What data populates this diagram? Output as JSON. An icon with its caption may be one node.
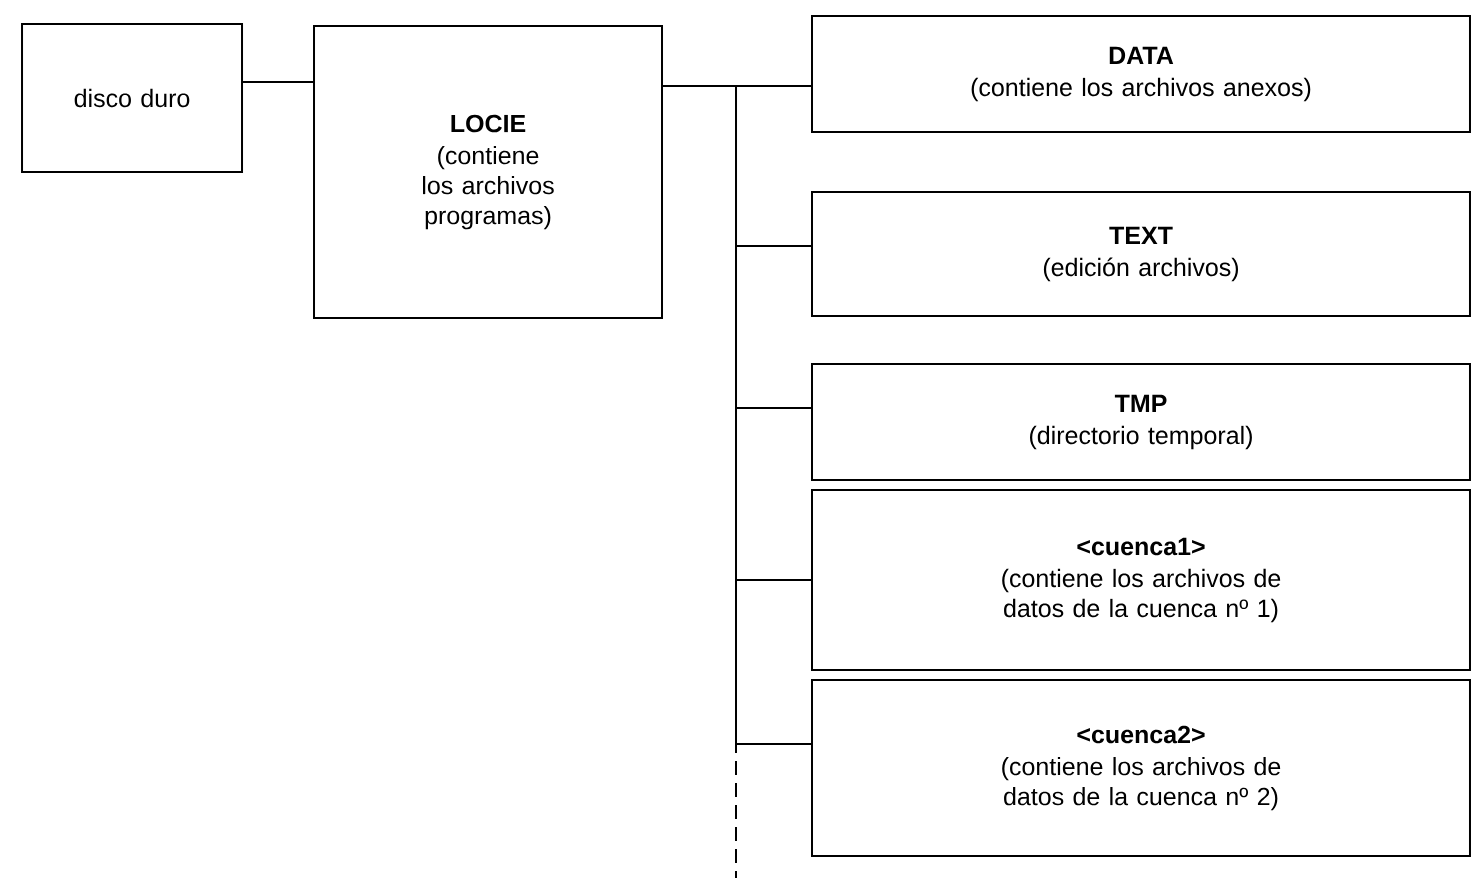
{
  "diagram": {
    "nodes": [
      {
        "text": [
          "disco duro"
        ]
      },
      {
        "text": [
          "LOCIE",
          "(contiene los archivos programas)"
        ]
      },
      {
        "text": [
          "DATA",
          "(contiene los archivos anexos)"
        ]
      },
      {
        "text": [
          "TEXT",
          "(edición archivos)"
        ]
      },
      {
        "text": [
          "TMP",
          "(directorio temporal)"
        ]
      },
      {
        "text": [
          "<cuenca1>",
          "(contiene los archivos de datos de la cuenca nº 1)"
        ]
      },
      {
        "text": [
          "<cuenca2>",
          "(contiene los archivos de datos de la cuenca nº 2)"
        ]
      }
    ],
    "edges": [
      {
        "from": 0,
        "to": 1,
        "arrow": "none"
      },
      {
        "from": 1,
        "to": 2,
        "arrow": "none"
      },
      {
        "from": 1,
        "to": 3,
        "arrow": "none"
      },
      {
        "from": 1,
        "to": 4,
        "arrow": "none"
      },
      {
        "from": 1,
        "to": 5,
        "arrow": "none"
      },
      {
        "from": 1,
        "to": 6,
        "arrow": "none"
      },
      {
        "from": 1,
        "to": null,
        "arrow": "none",
        "style": "dashed"
      }
    ]
  }
}
